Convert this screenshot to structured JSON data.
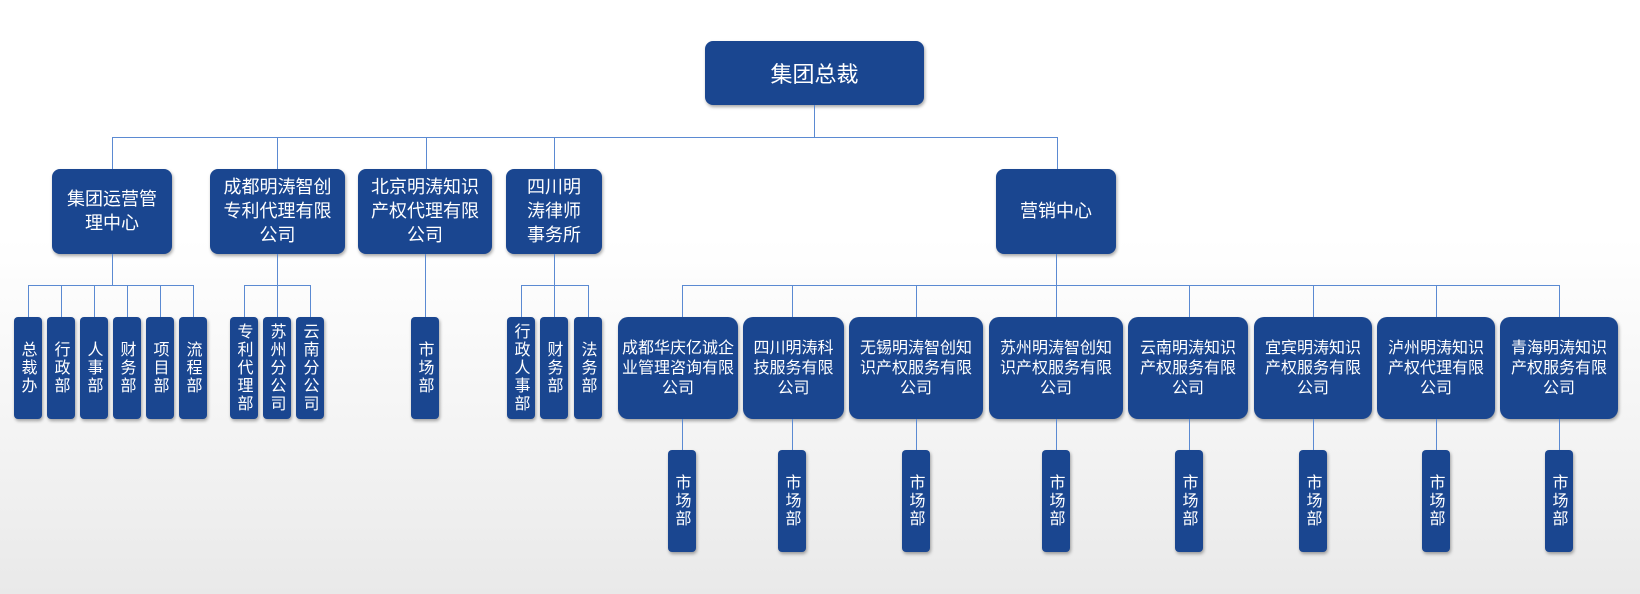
{
  "root": "集团总裁",
  "level1": [
    "集团运营管理中心",
    "成都明涛智创专利代理有限公司",
    "北京明涛知识产权代理有限公司",
    "四川明涛律师事务所",
    "营销中心"
  ],
  "ops_depts": [
    "总裁办",
    "行政部",
    "人事部",
    "财务部",
    "项目部",
    "流程部"
  ],
  "chengdu_depts": [
    "专利代理部",
    "苏州分公司",
    "云南分公司"
  ],
  "beijing_depts": [
    "市场部"
  ],
  "law_depts": [
    "行政人事部",
    "财务部",
    "法务部"
  ],
  "marketing_companies": [
    {
      "name": "成都华庆亿诚企业管理咨询有限公司",
      "dept": "市场部"
    },
    {
      "name": "四川明涛科技服务有限公司",
      "dept": "市场部"
    },
    {
      "name": "无锡明涛智创知识产权服务有限公司",
      "dept": "市场部"
    },
    {
      "name": "苏州明涛智创知识产权服务有限公司",
      "dept": "市场部"
    },
    {
      "name": "云南明涛知识产权服务有限公司",
      "dept": "市场部"
    },
    {
      "name": "宜宾明涛知识产权服务有限公司",
      "dept": "市场部"
    },
    {
      "name": "泸州明涛知识产权代理有限公司",
      "dept": "市场部"
    },
    {
      "name": "青海明涛知识产权服务有限公司",
      "dept": "市场部"
    }
  ],
  "colors": {
    "node": "#1a4690",
    "line": "#5b8ad2"
  }
}
